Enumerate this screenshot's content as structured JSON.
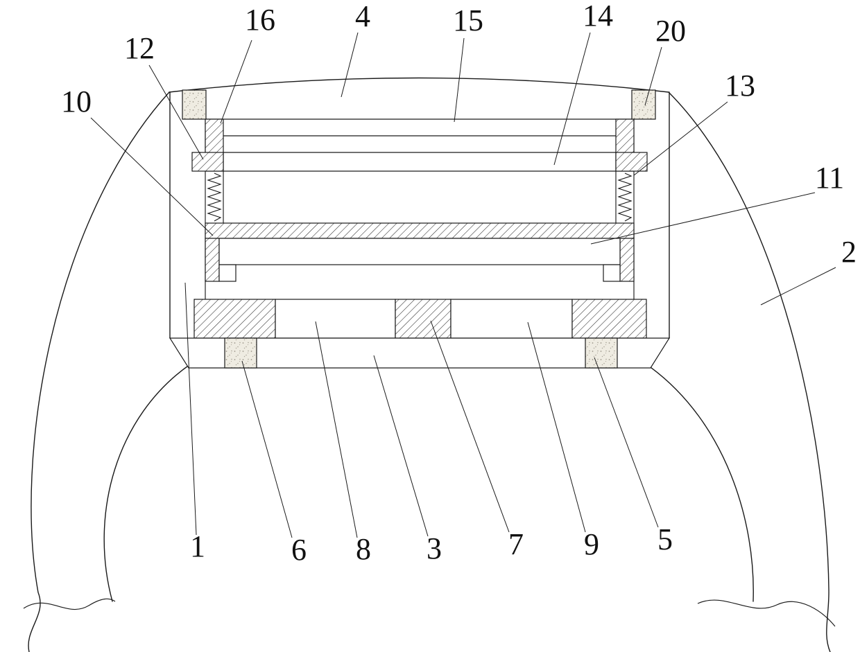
{
  "figure": {
    "colors": {
      "ink": "#1a1a1a",
      "paper": "#ffffff",
      "stipple_fill": "#efece2",
      "stipple_dot": "#9a9488"
    },
    "callouts": [
      {
        "text": "16"
      },
      {
        "text": "4"
      },
      {
        "text": "15"
      },
      {
        "text": "14"
      },
      {
        "text": "20"
      },
      {
        "text": "12"
      },
      {
        "text": "13"
      },
      {
        "text": "10"
      },
      {
        "text": "11"
      },
      {
        "text": "2"
      },
      {
        "text": "1"
      },
      {
        "text": "6"
      },
      {
        "text": "8"
      },
      {
        "text": "3"
      },
      {
        "text": "7"
      },
      {
        "text": "9"
      },
      {
        "text": "5"
      }
    ]
  }
}
